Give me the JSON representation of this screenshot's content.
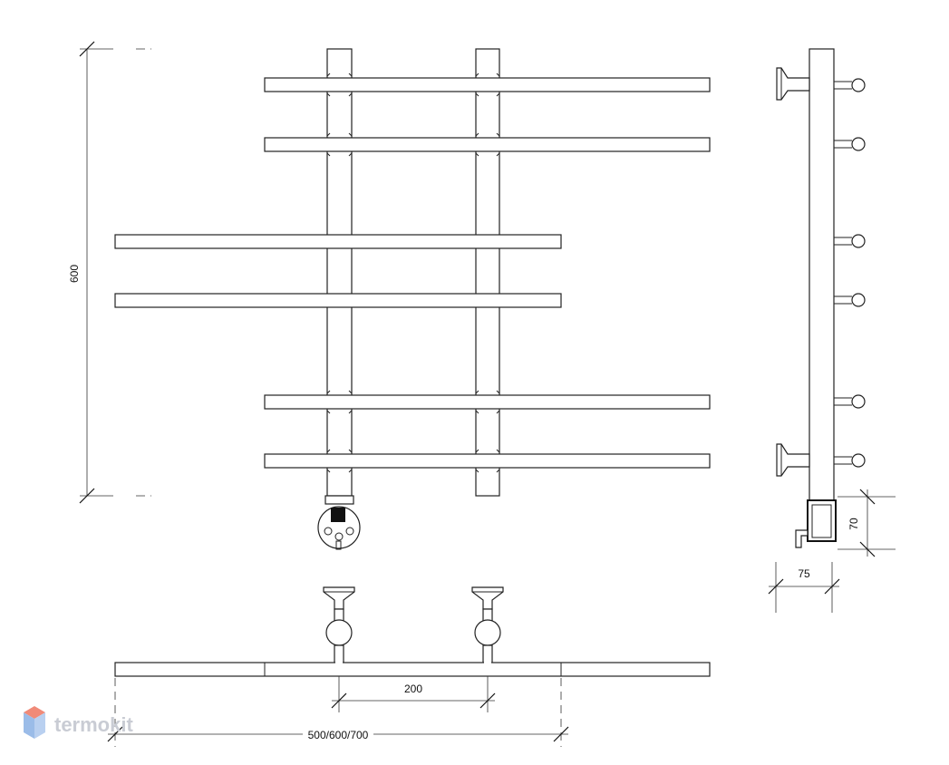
{
  "labels": {
    "height": "600",
    "depth": "70",
    "width": "75",
    "spacing": "200",
    "length": "500/600/700"
  },
  "logo": {
    "text": "termokit",
    "icon": "hexagon-cube-icon"
  },
  "colors": {
    "line": "#222222",
    "logo_top": "#f08a78",
    "logo_bottom": "#8fb4e6",
    "logo_text": "#c9ccd4"
  }
}
